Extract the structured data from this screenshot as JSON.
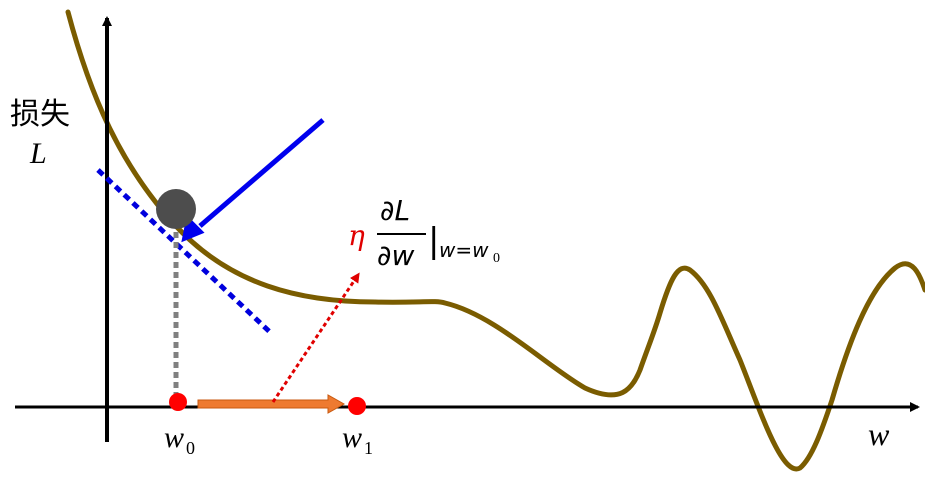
{
  "axis": {
    "y_label_zh": "损失",
    "y_symbol": "L",
    "x_symbol": "w"
  },
  "points": {
    "w0_main": "w",
    "w0_sub": "0",
    "w1_main": "w",
    "w1_sub": "1"
  },
  "formula": {
    "eta": "η",
    "numerator": "∂L",
    "denominator": "∂w",
    "eval_bar": "|",
    "eval_sub": "w=w",
    "eval_sub_index": "0"
  },
  "colors": {
    "curve": "#7a5c00",
    "tangent": "#0000dd",
    "force_arrow": "#0000ee",
    "gradient_arrow": "#e00000",
    "step_arrow": "#ee7a30",
    "point": "#ff0000",
    "ball": "#4d4d4d",
    "dropline": "#808080"
  },
  "icons": {
    "ball": "ball-icon"
  }
}
